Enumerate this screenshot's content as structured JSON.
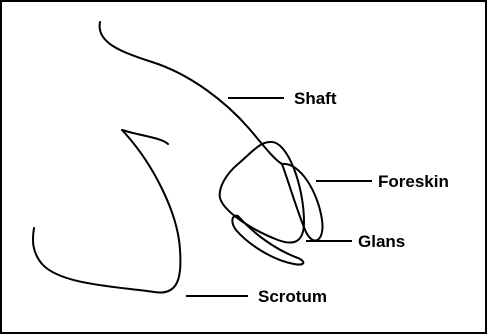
{
  "labels": {
    "shaft": "Shaft",
    "foreskin": "Foreskin",
    "glans": "Glans",
    "scrotum": "Scrotum"
  },
  "colors": {
    "line": "#000000",
    "background": "#ffffff",
    "border": "#000000"
  }
}
